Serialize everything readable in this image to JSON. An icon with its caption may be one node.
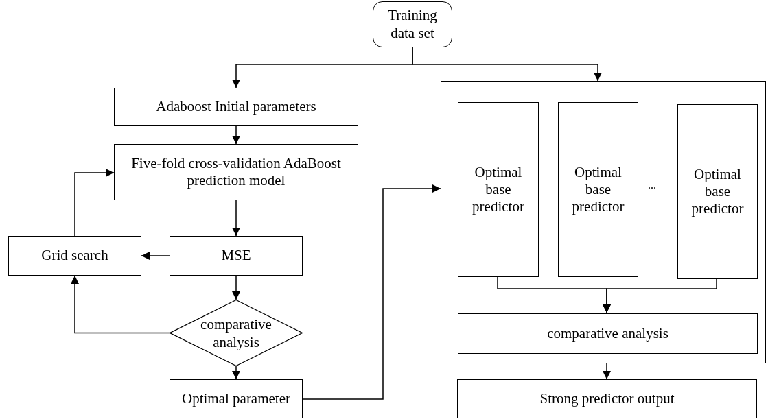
{
  "diagram": {
    "nodes": [
      {
        "text": [
          "Training data set"
        ]
      },
      {
        "text": [
          "Adaboost Initial parameters"
        ]
      },
      {
        "text": [
          "Five-fold cross-validation AdaBoost prediction model"
        ]
      },
      {
        "text": [
          "MSE"
        ]
      },
      {
        "text": [
          "Grid search"
        ]
      },
      {
        "text": [
          "comparative analysis"
        ]
      },
      {
        "text": [
          "Optimal parameter"
        ]
      },
      {
        "text": [],
        "shape": "box"
      },
      {
        "text": [
          "Optimal base predictor"
        ],
        "in": 7
      },
      {
        "text": [
          "Optimal base predictor"
        ],
        "in": 7
      },
      {
        "text": [
          "Optimal base predictor"
        ],
        "in": 7
      },
      {
        "text": [
          "comparative analysis"
        ],
        "in": 7
      },
      {
        "text": [
          "Strong predictor output"
        ]
      }
    ],
    "edges": [
      {
        "from": 0,
        "to": 1,
        "arrow": "to"
      },
      {
        "from": 0,
        "to": 7,
        "arrow": "to"
      },
      {
        "from": 1,
        "to": 2,
        "arrow": "to"
      },
      {
        "from": 2,
        "to": 3,
        "arrow": "to"
      },
      {
        "from": 3,
        "to": 4,
        "arrow": "to"
      },
      {
        "from": 4,
        "to": 2,
        "arrow": "to"
      },
      {
        "from": 3,
        "to": 5,
        "arrow": "to"
      },
      {
        "from": 5,
        "to": 4,
        "arrow": "to"
      },
      {
        "from": 5,
        "to": 6,
        "arrow": "to"
      },
      {
        "from": 6,
        "to": 7,
        "arrow": "to"
      },
      {
        "from": 8,
        "to": 11,
        "arrow": "to"
      },
      {
        "from": 10,
        "to": 11,
        "arrow": "to"
      },
      {
        "from": 7,
        "to": 12,
        "arrow": "to"
      }
    ],
    "labels": [
      "..."
    ]
  }
}
